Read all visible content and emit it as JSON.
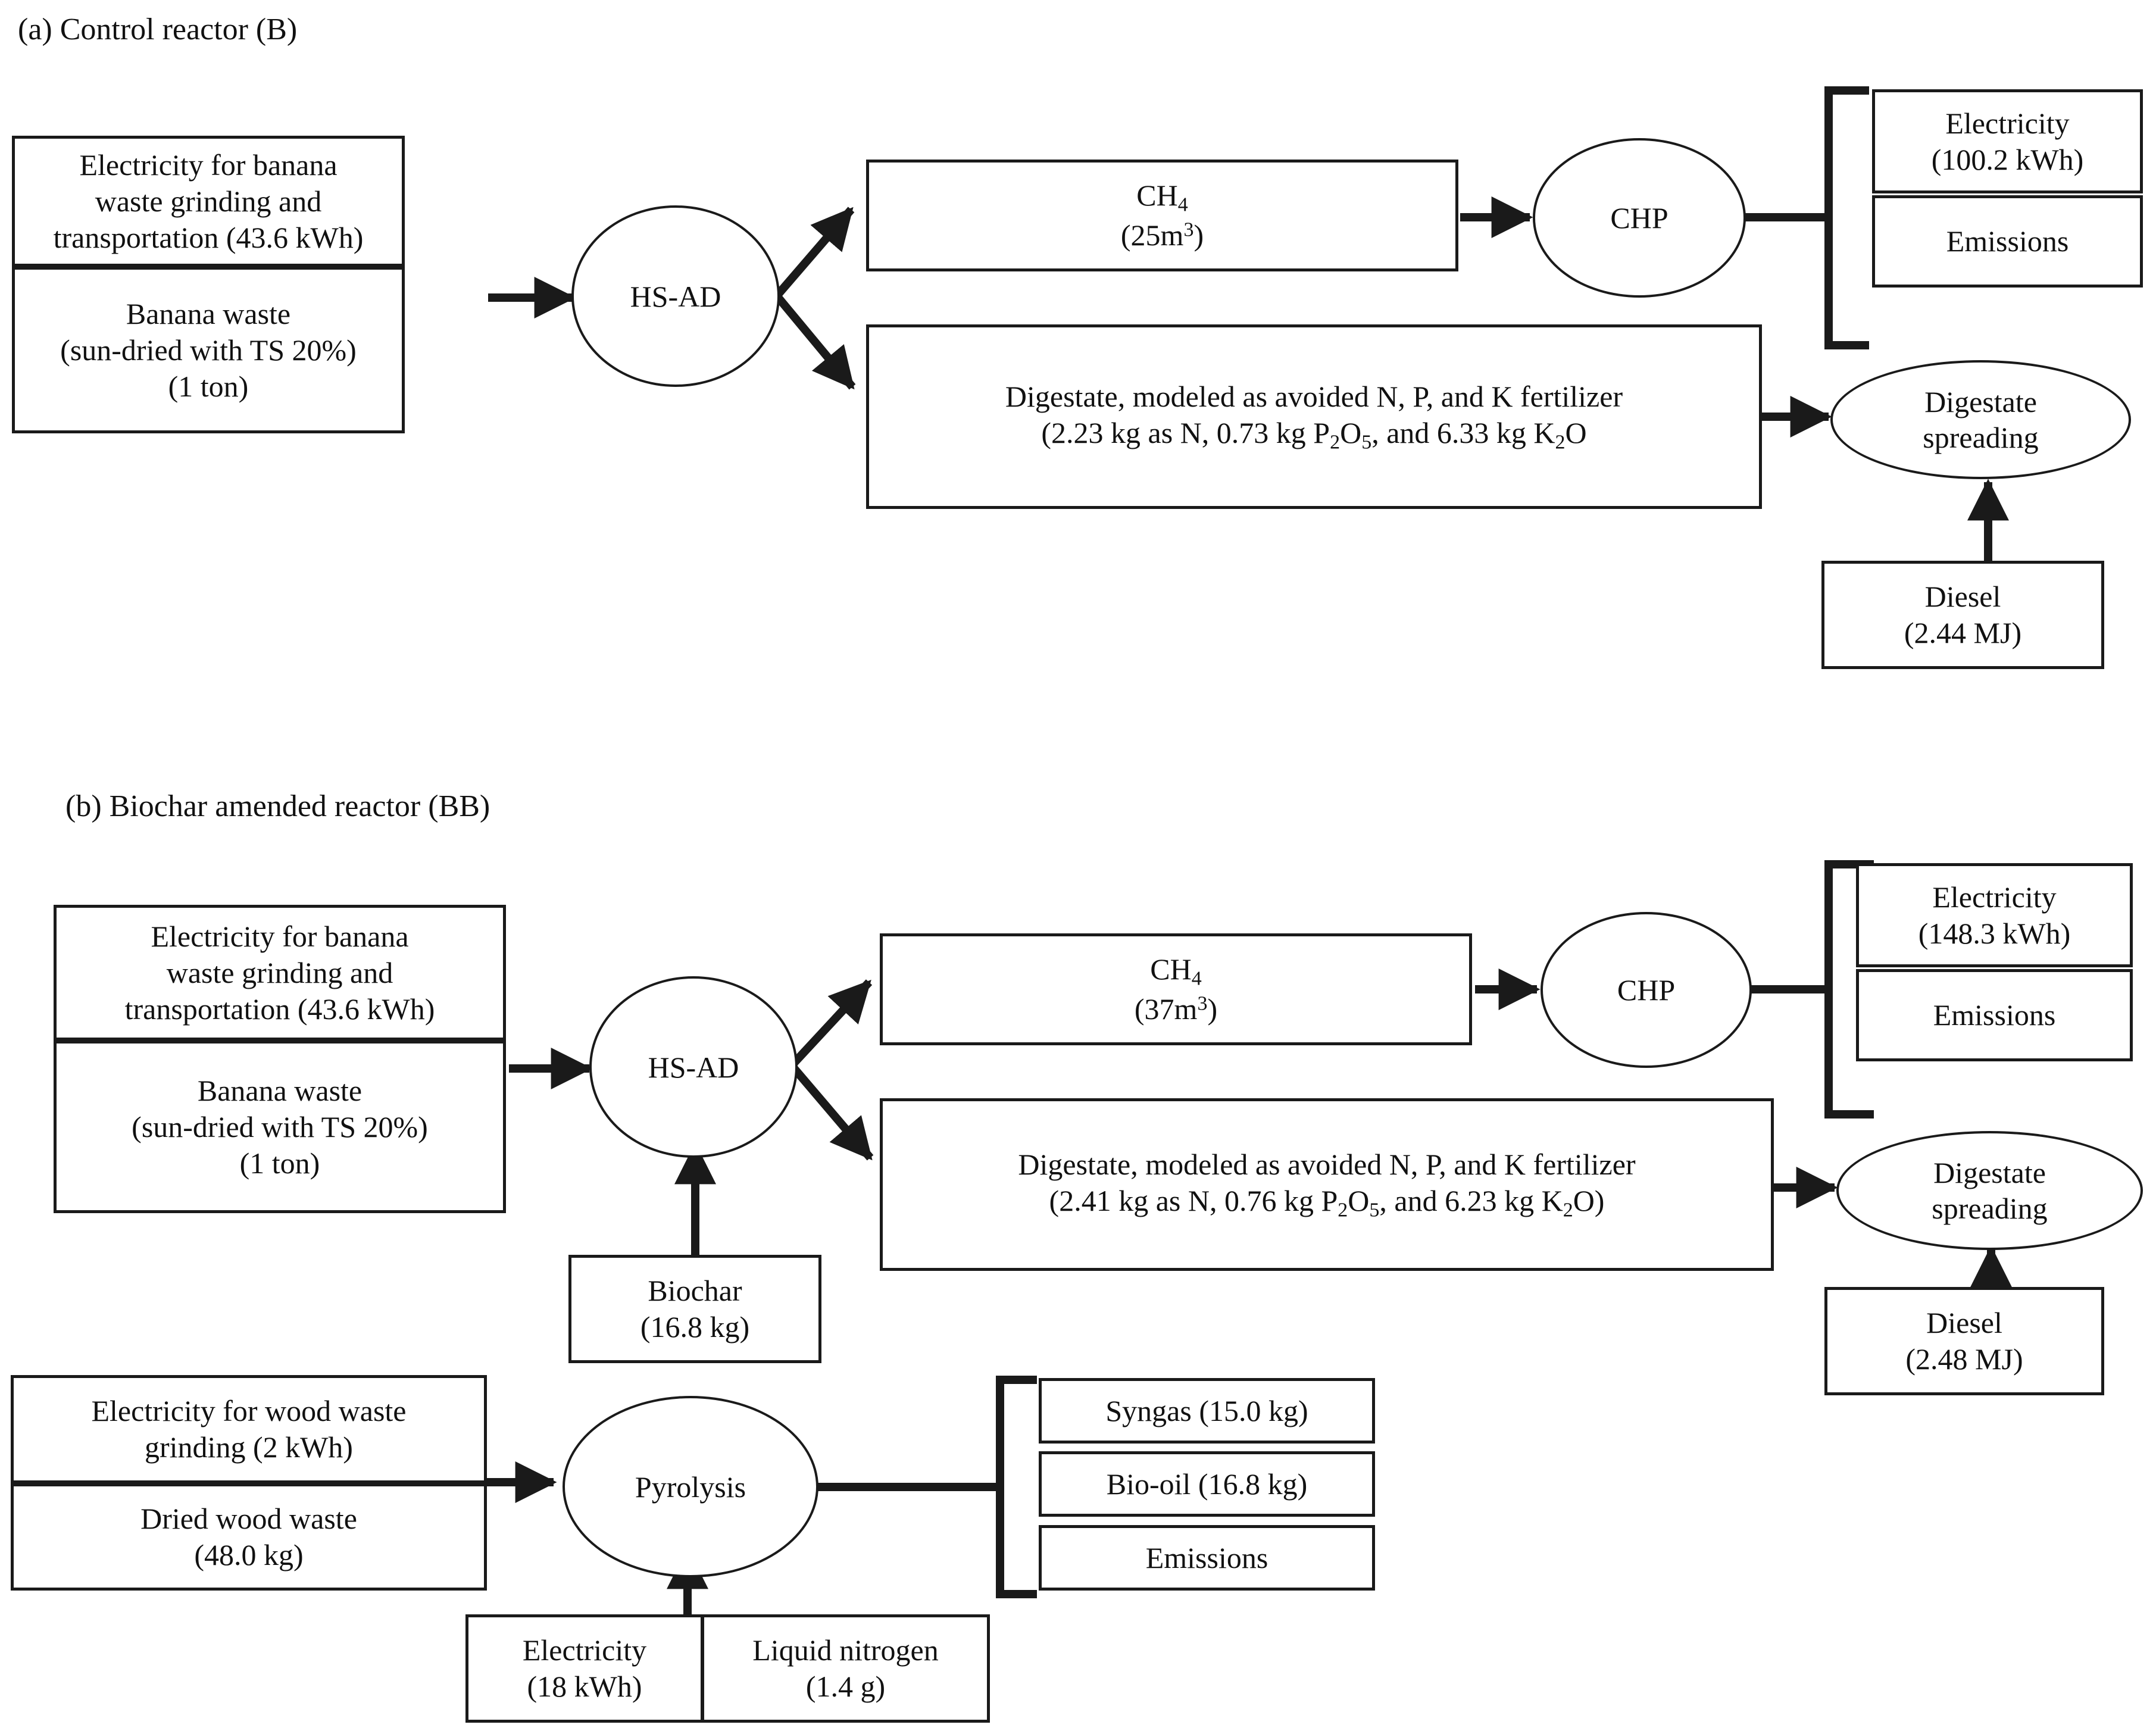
{
  "figure": {
    "type": "process-flow-diagram",
    "description": "Life cycle system boundary flow diagrams for high-solids anaerobic digestion of banana waste"
  },
  "panels": [
    {
      "id": "a",
      "title": "(a) Control reactor (B)",
      "nodes": {
        "electricity_input": {
          "label": "Electricity for banana waste grinding and transportation (43.6 kWh)",
          "lines": [
            "Electricity for banana",
            "waste grinding and",
            "transportation (43.6 kWh)"
          ],
          "shape": "box"
        },
        "banana_waste": {
          "label": "Banana waste (sun-dried with TS 20%) (1 ton)",
          "lines": [
            "Banana waste",
            "(sun-dried with TS 20%)",
            "(1 ton)"
          ],
          "shape": "box"
        },
        "hsad": {
          "label": "HS-AD",
          "shape": "ellipse"
        },
        "methane": {
          "label": "CH4 (25m3)",
          "line1_pre": "CH",
          "line1_sub": "4",
          "line2_pre": "(25m",
          "line2_sup": "3",
          "line2_post": ")",
          "shape": "box"
        },
        "chp": {
          "label": "CHP",
          "shape": "ellipse"
        },
        "electricity_output": {
          "label": "Electricity (100.2 kWh)",
          "lines": [
            "Electricity",
            "(100.2 kWh)"
          ],
          "shape": "box"
        },
        "emissions": {
          "label": "Emissions",
          "lines": [
            "Emissions"
          ],
          "shape": "box"
        },
        "digestate": {
          "label": "Digestate, modeled as avoided N, P, and K fertilizer (2.23 kg as N, 0.73 kg P2O5, and 6.33 kg K2O",
          "line1": "Digestate, modeled as avoided N, P, and K fertilizer",
          "line2_a": "(2.23 kg as N, 0.73 kg P",
          "line2_sub1": "2",
          "line2_b": "O",
          "line2_sub2": "5",
          "line2_c": ", and 6.33 kg K",
          "line2_sub3": "2",
          "line2_d": "O",
          "shape": "box"
        },
        "digestate_spreading": {
          "label": "Digestate spreading",
          "lines": [
            "Digestate",
            "spreading"
          ],
          "shape": "ellipse"
        },
        "diesel": {
          "label": "Diesel (2.44 MJ)",
          "lines": [
            "Diesel",
            "(2.44 MJ)"
          ],
          "shape": "box"
        }
      }
    },
    {
      "id": "b",
      "title": "(b) Biochar amended reactor (BB)",
      "nodes": {
        "electricity_input": {
          "label": "Electricity for banana waste grinding and transportation (43.6 kWh)",
          "lines": [
            "Electricity for banana",
            "waste grinding and",
            "transportation (43.6 kWh)"
          ],
          "shape": "box"
        },
        "banana_waste": {
          "label": "Banana waste (sun-dried with TS 20%) (1 ton)",
          "lines": [
            "Banana waste",
            "(sun-dried with TS 20%)",
            "(1 ton)"
          ],
          "shape": "box"
        },
        "hsad": {
          "label": "HS-AD",
          "shape": "ellipse"
        },
        "methane": {
          "label": "CH4 (37m3)",
          "line1_pre": "CH",
          "line1_sub": "4",
          "line2_pre": "(37m",
          "line2_sup": "3",
          "line2_post": ")",
          "shape": "box"
        },
        "chp": {
          "label": "CHP",
          "shape": "ellipse"
        },
        "electricity_output": {
          "label": "Electricity (148.3 kWh)",
          "lines": [
            "Electricity",
            "(148.3 kWh)"
          ],
          "shape": "box"
        },
        "emissions": {
          "label": "Emissions",
          "lines": [
            "Emissions"
          ],
          "shape": "box"
        },
        "digestate": {
          "label": "Digestate, modeled as avoided N, P, and K fertilizer (2.41 kg as N, 0.76 kg P2O5, and 6.23 kg K2O)",
          "line1": "Digestate, modeled as avoided N, P, and K fertilizer",
          "line2_a": "(2.41 kg as N, 0.76 kg P",
          "line2_sub1": "2",
          "line2_b": "O",
          "line2_sub2": "5",
          "line2_c": ", and 6.23 kg K",
          "line2_sub3": "2",
          "line2_d": "O)",
          "shape": "box"
        },
        "digestate_spreading": {
          "label": "Digestate spreading",
          "lines": [
            "Digestate",
            "spreading"
          ],
          "shape": "ellipse"
        },
        "diesel": {
          "label": "Diesel (2.48 MJ)",
          "lines": [
            "Diesel",
            "(2.48 MJ)"
          ],
          "shape": "box"
        },
        "biochar": {
          "label": "Biochar (16.8 kg)",
          "lines": [
            "Biochar",
            "(16.8 kg)"
          ],
          "shape": "box"
        },
        "wood_electricity": {
          "label": "Electricity for wood waste grinding (2 kWh)",
          "lines": [
            "Electricity for wood waste",
            "grinding (2 kWh)"
          ],
          "shape": "box"
        },
        "dried_wood": {
          "label": "Dried wood waste (48.0 kg)",
          "lines": [
            "Dried wood waste",
            "(48.0 kg)"
          ],
          "shape": "box"
        },
        "pyrolysis": {
          "label": "Pyrolysis",
          "shape": "ellipse"
        },
        "syngas": {
          "label": "Syngas (15.0 kg)",
          "lines": [
            "Syngas (15.0 kg)"
          ],
          "shape": "box"
        },
        "biooil": {
          "label": "Bio-oil (16.8 kg)",
          "lines": [
            "Bio-oil (16.8 kg)"
          ],
          "shape": "box"
        },
        "pyro_emissions": {
          "label": "Emissions",
          "lines": [
            "Emissions"
          ],
          "shape": "box"
        },
        "pyro_electricity": {
          "label": "Electricity (18 kWh)",
          "lines": [
            "Electricity",
            "(18 kWh)"
          ],
          "shape": "box"
        },
        "liquid_nitrogen": {
          "label": "Liquid nitrogen (1.4 g)",
          "lines": [
            "Liquid nitrogen",
            "(1.4 g)"
          ],
          "shape": "box"
        }
      }
    }
  ],
  "colors": {
    "stroke": "#1a1a1a",
    "background": "#ffffff",
    "text": "#111111"
  }
}
